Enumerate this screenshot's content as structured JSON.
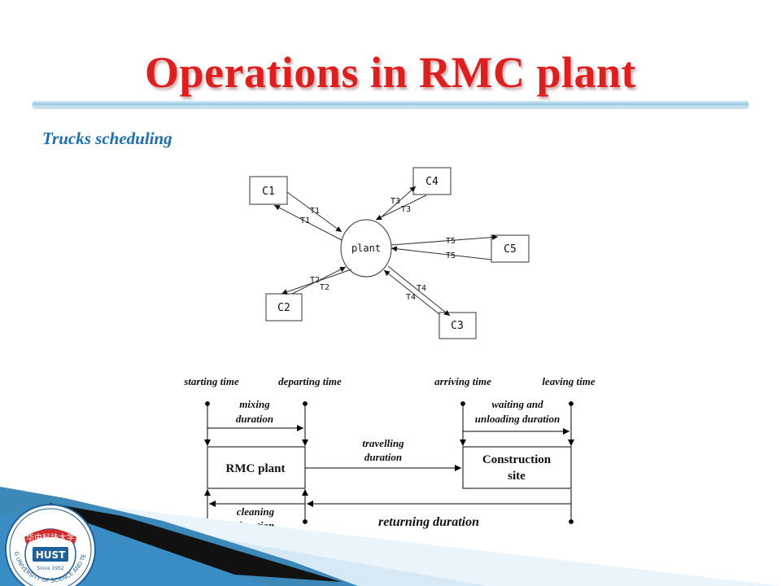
{
  "slide": {
    "title": "Operations in RMC plant",
    "subtitle": "Trucks scheduling"
  },
  "network": {
    "hub": "plant",
    "nodes": {
      "c1": "C1",
      "c2": "C2",
      "c3": "C3",
      "c4": "C4",
      "c5": "C5"
    },
    "arrows": {
      "t1": "T1",
      "t2": "T2",
      "t3": "T3",
      "t4": "T4",
      "t5": "T5"
    }
  },
  "timeline": {
    "events": {
      "starting": "starting time",
      "departing": "departing time",
      "arriving": "arriving time",
      "leaving": "leaving time"
    },
    "durations": {
      "mixing_1": "mixing",
      "mixing_2": "duration",
      "waiting_1": "waiting and",
      "waiting_2": "unloading duration",
      "travelling_1": "travelling",
      "travelling_2": "duration",
      "cleaning_1": "cleaning",
      "cleaning_2": "duration",
      "returning": "returning duration"
    },
    "boxes": {
      "plant": "RMC plant",
      "site_1": "Construction",
      "site_2": "site"
    }
  },
  "colors": {
    "title": "#e01e1e",
    "subtitle": "#1b6fb5",
    "accent_blue": "#1b6fb5"
  },
  "logo": {
    "lettering": "HUAZHONG UNIVERSITY OF SCIENCE AND TECHNOLOGY",
    "banner": "华中科技大学",
    "year": "Since 1952"
  }
}
